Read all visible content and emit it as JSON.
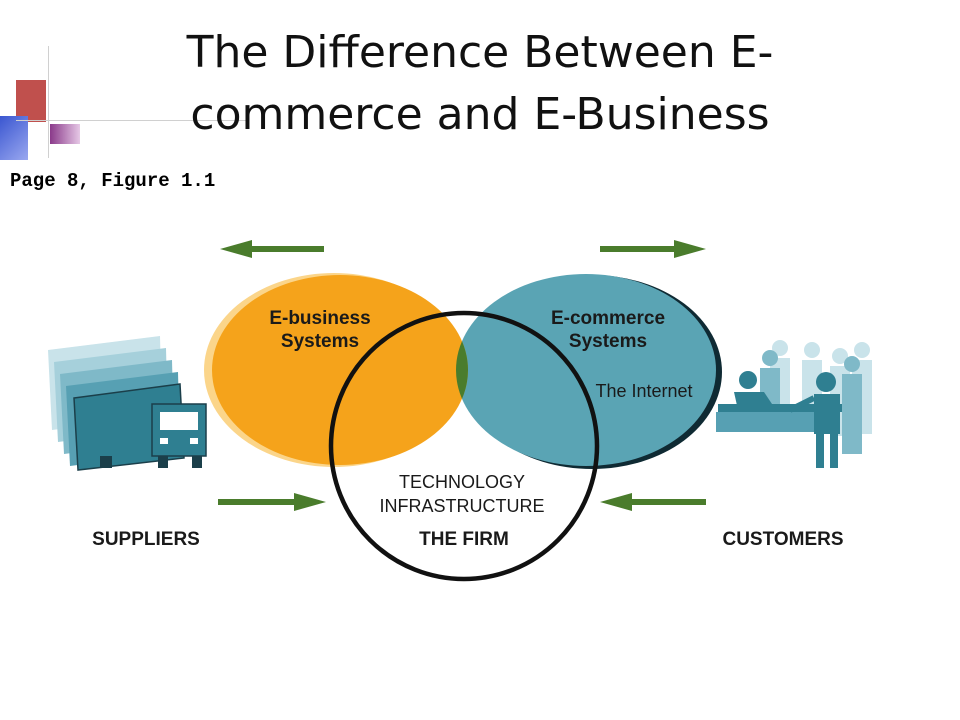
{
  "slide": {
    "title_line1": "The Difference Between E-",
    "title_line2": "commerce and E-Business",
    "subtitle": "Page 8, Figure 1.1"
  },
  "diagram": {
    "ebusiness_line1": "E-business",
    "ebusiness_line2": "Systems",
    "ecommerce_line1": "E-commerce",
    "ecommerce_line2": "Systems",
    "internet": "The Internet",
    "tech_line1": "TECHNOLOGY",
    "tech_line2": "INFRASTRUCTURE",
    "firm": "THE FIRM",
    "suppliers": "SUPPLIERS",
    "customers": "CUSTOMERS"
  },
  "colors": {
    "ebusiness": "#f5a31b",
    "ecommerce": "#5aa4b4",
    "overlap": "#4a7c2c",
    "arrow": "#4a7c2c",
    "icon": "#2f7f91",
    "accent_red": "#c0504d",
    "accent_blue": "#4f6bd6"
  }
}
